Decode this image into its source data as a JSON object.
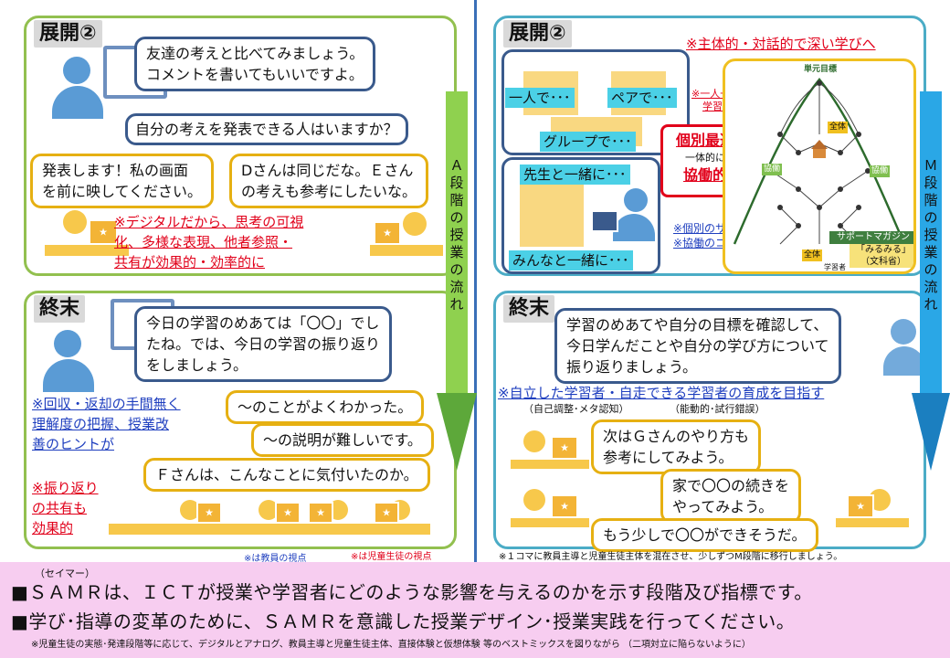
{
  "left": {
    "tenkai": {
      "title": "展開②",
      "teacher_bubble": [
        "友達の考えと比べてみましょう。",
        "コメントを書いてもいいですよ。"
      ],
      "teacher_question": "自分の考えを発表できる人はいますか？",
      "student_a": [
        "発表します！私の画面",
        "を前に映してください。"
      ],
      "student_b": [
        "Dさんは同じだな。Ｅさん",
        "の考えも参考にしたいな。"
      ],
      "note": [
        "※デジタルだから、思考の可視",
        "化、多様な表現、他者参照・",
        "共有が効果的・効率的に"
      ]
    },
    "shumatsu": {
      "title": "終末",
      "teacher_bubble": [
        "今日の学習のめあては「〇〇」でし",
        "たね。では、今日の学習の振り返り",
        "をしましょう。"
      ],
      "blue_note": [
        "※回収・返却の手間無く",
        "理解度の把握、授業改",
        "善のヒントが"
      ],
      "red_note": [
        "※振り返り",
        "の共有も",
        "効果的"
      ],
      "bubble_1": "～のことがよくわかった。",
      "bubble_2": "～の説明が難しいです。",
      "bubble_3": "Ｆさんは、こんなことに気付いたのか。"
    },
    "arrow_label": [
      "Ａ",
      "段",
      "階",
      "の",
      "授",
      "業",
      "の",
      "流",
      "れ"
    ],
    "legend_blue": "※は教員の視点",
    "legend_red": "※は児童生徒の視点"
  },
  "right": {
    "tenkai": {
      "title": "展開②",
      "heading": "※主体的・対話的で深い学びへ",
      "alone": "一人で･･･",
      "pair": "ペアで･･･",
      "group": "グループで･･･",
      "with_teacher": "先生と一緒に･･･",
      "everyone": "みんなと一緒に･･･",
      "center_top": "個別最適",
      "center_mid": "一体的に",
      "center_bottom": "協働的",
      "note_individual": [
        "※一人一人が",
        "学習を調整"
      ],
      "note_support": [
        "※個別のサポート",
        "※協働のコーディネート"
      ],
      "diagram": {
        "top": "単元目標",
        "all_1": "全体",
        "kyodo_1": "協働",
        "kyodo_2": "協働",
        "all_2": "全体",
        "learner": "学習者",
        "magazine": [
          "サポートマガジン",
          "「みるみる」",
          "（文科省）"
        ]
      }
    },
    "shumatsu": {
      "title": "終末",
      "teacher_bubble": [
        "学習のめあてや自分の目標を確認して、",
        "今日学んだことや自分の学び方について",
        "振り返りましょう。"
      ],
      "note": "※自立した学習者・自走できる学習者の育成を目指す",
      "sub_left": "（自己調整･メタ認知）",
      "sub_right": "（能動的･試行錯誤）",
      "bubble_1": [
        "次はＧさんのやり方も",
        "参考にしてみよう。"
      ],
      "bubble_2": [
        "家で〇〇の続きを",
        "やってみよう。"
      ],
      "bubble_3": "もう少しで〇〇ができそうだ。"
    },
    "arrow_label": [
      "Ｍ",
      "段",
      "階",
      "の",
      "授",
      "業",
      "の",
      "流",
      "れ"
    ],
    "footnote": "※１コマに教員主導と児童生徒主体を混在させ、少しずつM段階に移行しましょう。"
  },
  "caption": {
    "ruby": "（セイマー）",
    "line1": "■ＳＡＭＲは、ＩＣＴが授業や学習者にどのような影響を与えるのかを示す段階及び指標です。",
    "line2": "■学び･指導の変革のために、ＳＡＭＲを意識した授業デザイン･授業実践を行ってください。",
    "line3": "※児童生徒の実態･発達段階等に応じて、デジタルとアナログ、教員主導と児童生徒主体、直接体験と仮想体験 等のベストミックスを図りながら （二項対立に陥らないように）"
  },
  "colors": {
    "green_border": "#92c04f",
    "teal_border": "#4bacc6",
    "red_text": "#e1001a",
    "blue_text": "#1f3fbf",
    "caption_bg": "#f7cdf0",
    "arrow_green": "#8fd14f",
    "arrow_blue": "#2aa7e6"
  }
}
